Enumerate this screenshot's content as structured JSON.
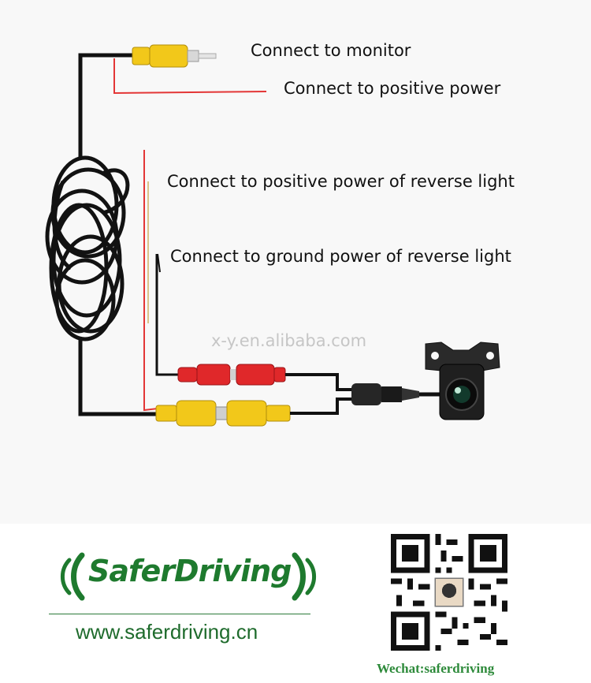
{
  "labels": {
    "monitor": "Connect to monitor",
    "positive_power": "Connect to  positive power",
    "reverse_positive": "Connect to positive power of reverse light",
    "reverse_ground": "Connect to ground power of reverse light"
  },
  "watermark": "x-y.en.alibaba.com",
  "brand": {
    "name": "SaferDriving",
    "website": "www.saferdriving.cn",
    "wechat": "Wechat:saferdriving",
    "color": "#1e7a2e"
  },
  "colors": {
    "rca_yellow": "#f2c81a",
    "dc_red": "#e0282a",
    "wire_red": "#e33636",
    "cable_black": "#111111"
  },
  "icons": [
    "wireless-signal-icon",
    "qr-code-icon"
  ]
}
